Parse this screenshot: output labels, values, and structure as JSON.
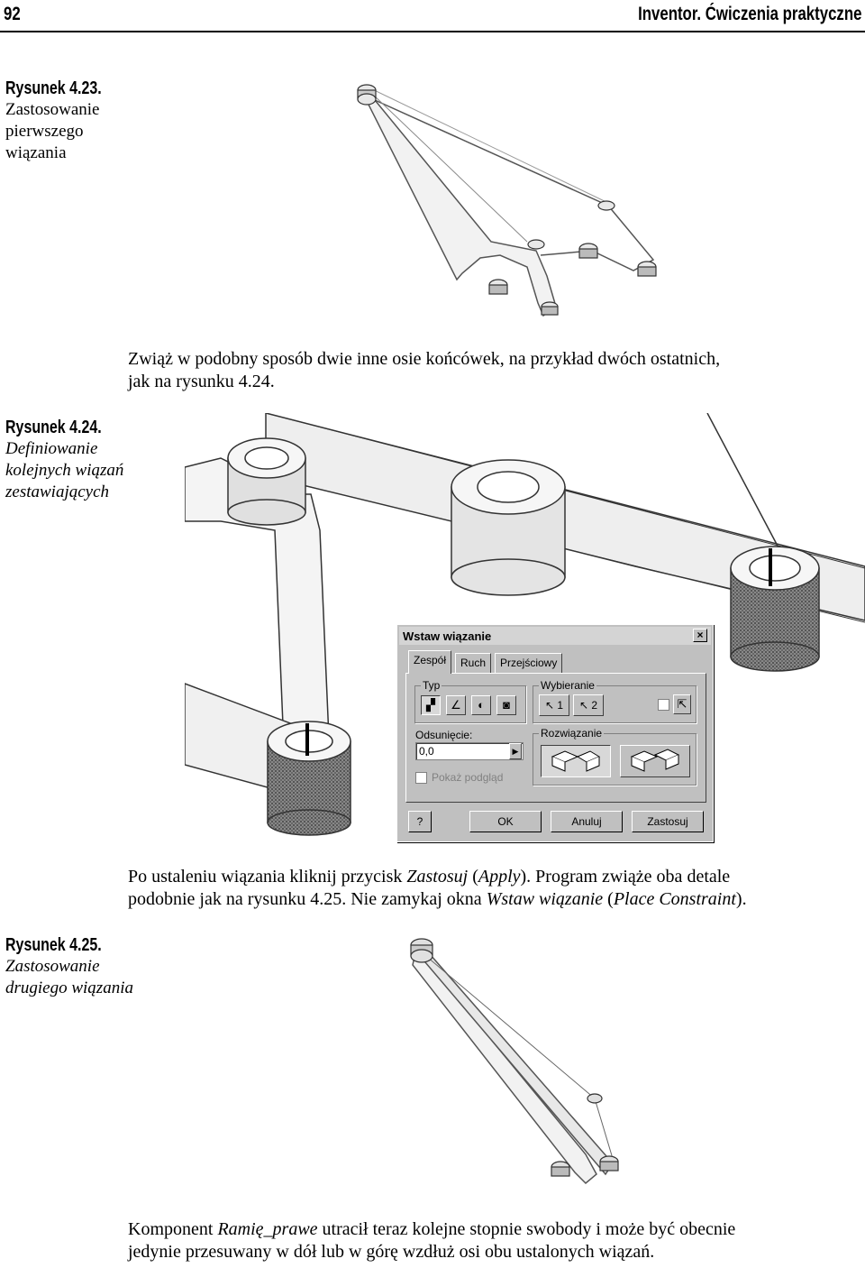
{
  "header": {
    "page_number": "92",
    "book_title": "Inventor. Ćwiczenia praktyczne"
  },
  "figures": [
    {
      "title": "Rysunek 4.23.",
      "caption_lines": [
        "Zastosowanie",
        "pierwszego",
        "wiązania"
      ]
    },
    {
      "title": "Rysunek 4.24.",
      "caption_lines": [
        "Definiowanie",
        "kolejnych wiązań",
        "zestawiających"
      ]
    },
    {
      "title": "Rysunek 4.25.",
      "caption_lines": [
        "Zastosowanie",
        "drugiego wiązania"
      ]
    }
  ],
  "paragraphs": {
    "p1_lines": [
      "Zwiąż w podobny sposób dwie inne osie końcówek, na przykład dwóch ostatnich,",
      "jak na rysunku 4.24."
    ],
    "p2_line1": {
      "a": "Po ustaleniu wiązania kliknij przycisk ",
      "b": "Zastosuj",
      "c": " (",
      "d": "Apply",
      "e": "). Program zwiąże oba detale"
    },
    "p2_line2": {
      "a": "podobnie jak na rysunku 4.25. Nie zamykaj okna ",
      "b": "Wstaw wiązanie",
      "c": " (",
      "d": "Place Constraint",
      "e": ")."
    },
    "p3_line1": {
      "a": "Komponent ",
      "b": "Ramię_prawe",
      "c": " utracił teraz kolejne stopnie swobody i może być obecnie"
    },
    "p3_line2": "jedynie przesuwany w dół lub w górę wzdłuż osi obu ustalonych wiązań."
  },
  "dialog": {
    "title": "Wstaw wiązanie",
    "close": "×",
    "tabs": [
      "Zespół",
      "Ruch",
      "Przejściowy"
    ],
    "active_tab": "Zespół",
    "type_group": "Typ",
    "select_group": "Wybieranie",
    "select_buttons": [
      "1",
      "2"
    ],
    "offset_label": "Odsunięcie:",
    "offset_value": "0,0",
    "preview_label": "Pokaż podgląd",
    "solution_group": "Rozwiązanie",
    "help": "?",
    "ok": "OK",
    "cancel": "Anuluj",
    "apply": "Zastosuj"
  }
}
